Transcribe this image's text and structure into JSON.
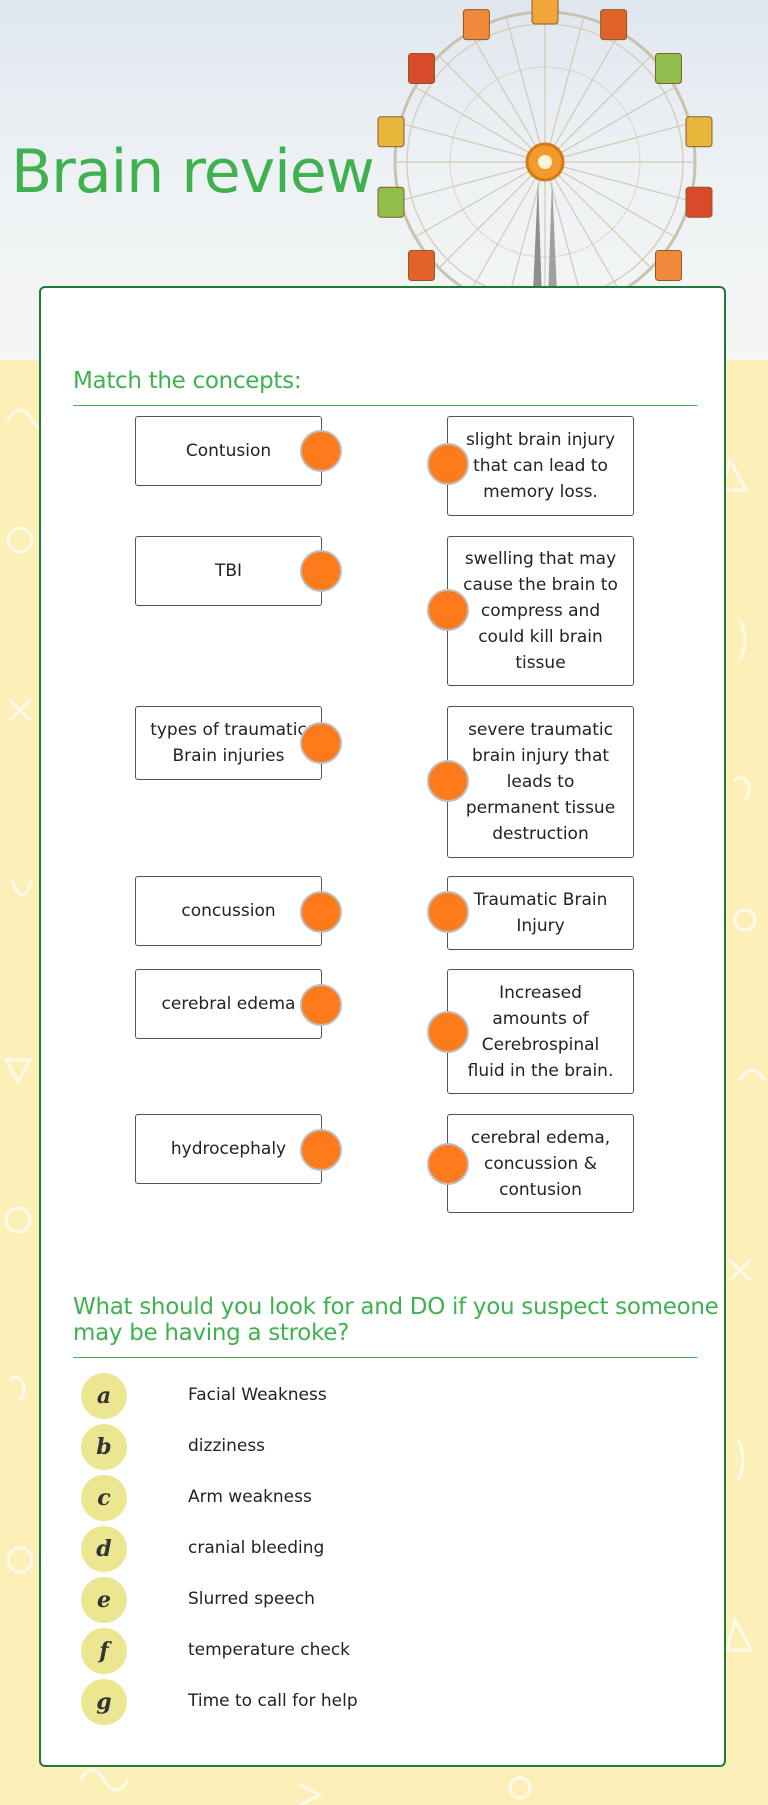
{
  "page": {
    "title": "Brain review"
  },
  "matching": {
    "title": "Match the concepts:",
    "left_items": [
      "Contusion",
      "TBI",
      "types of traumatic\nBrain injuries",
      "concussion",
      "cerebral edema",
      "hydrocephaly"
    ],
    "right_items": [
      "slight brain injury\nthat can lead to\nmemory loss.",
      "swelling that may\ncause the brain to\ncompress and\ncould kill brain\ntissue",
      "severe traumatic\nbrain injury that\nleads to\npermanent tissue\ndestruction",
      "Traumatic Brain\nInjury",
      "Increased\namounts of\nCerebrospinal\nfluid in the brain.",
      "cerebral edema,\nconcussion &\ncontusion"
    ]
  },
  "question": {
    "title": "What should you look for and DO if you suspect someone\nmay be having a stroke?",
    "options": [
      {
        "letter": "a",
        "text": "Facial Weakness"
      },
      {
        "letter": "b",
        "text": "dizziness"
      },
      {
        "letter": "c",
        "text": "Arm weakness"
      },
      {
        "letter": "d",
        "text": "cranial bleeding"
      },
      {
        "letter": "e",
        "text": "Slurred speech"
      },
      {
        "letter": "f",
        "text": "temperature check"
      },
      {
        "letter": "g",
        "text": "Time to call for help"
      }
    ]
  },
  "colors": {
    "accent_green": "#3fb24f",
    "card_border": "#1f7a3a",
    "connector_orange": "#ff7a1a",
    "option_badge": "#ece690",
    "page_background": "#fcefb8"
  },
  "icons": [
    "ferris-wheel-image",
    "doodle-background-pattern"
  ]
}
